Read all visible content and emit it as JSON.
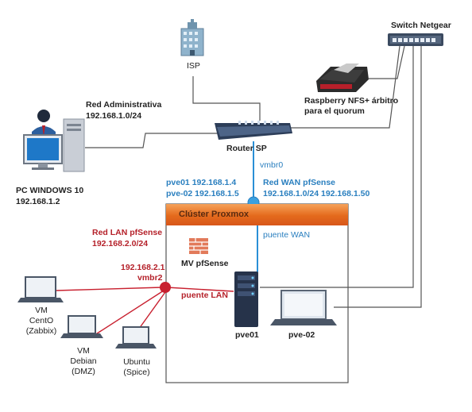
{
  "labels": {
    "switch": "Switch Netgear",
    "isp": "ISP",
    "raspberry": "Raspberry NFS+ árbitro para el quorum",
    "red_admin_title": "Red Administrativa",
    "red_admin_net": "192.168.1.0/24",
    "router": "Router SP",
    "vmbr0": "vmbr0",
    "pc_name": "PC  WINDOWS 10",
    "pc_ip": "192.168.1.2",
    "pve01_ip": "pve01  192.168.1.4",
    "pve02_ip": "pve-02 192.168.1.5",
    "wan_title": "Red  WAN pfSense",
    "wan_ips": "192.168.1.0/24  192.168.1.50",
    "cluster": "Clúster Proxmox",
    "lan_title": "Red LAN pfSense",
    "lan_net": "192.168.2.0/24",
    "lan_gw_ip": "192.168.2.1",
    "vmbr2": "vmbr2",
    "puente_wan": "puente WAN",
    "mv_pfsense": "MV pfSense",
    "puente_lan": "puente LAN",
    "pve01": "pve01",
    "pve02": "pve-02",
    "vm_cento": "VM\nCentO\n(Zabbix)",
    "vm_debian": "VM\nDebian\n(DMZ)",
    "vm_ubuntu": "Ubuntu\n(Spice)"
  },
  "colors": {
    "wan": "#2a8fd6",
    "lan": "#c8202f",
    "line": "#555555",
    "cluster_banner": "#e46a1c"
  }
}
